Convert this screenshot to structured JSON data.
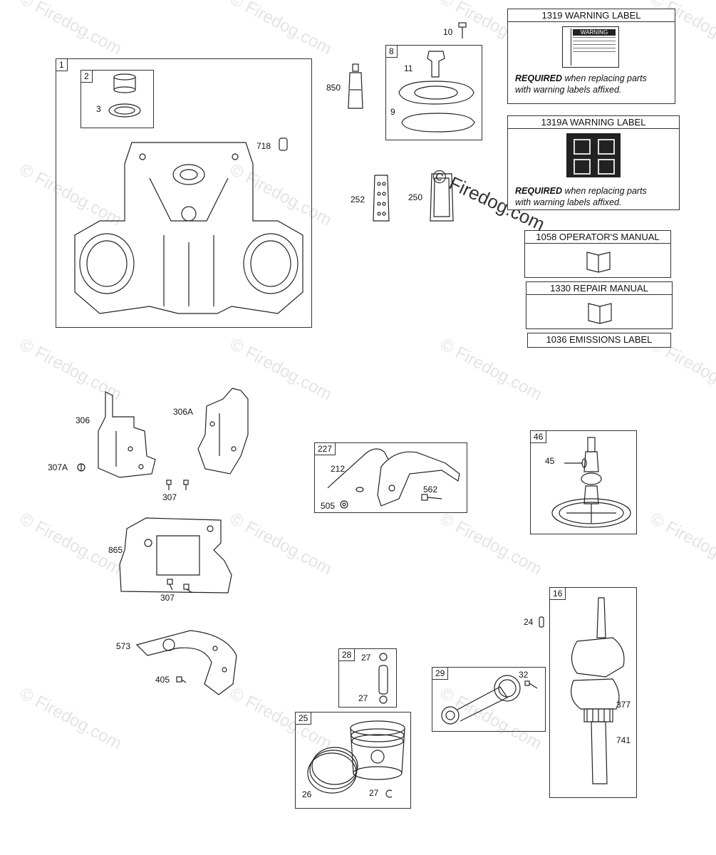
{
  "watermark": "© Firedog.com",
  "labels": {
    "warning_1319": {
      "title": "1319 WARNING LABEL",
      "required": "REQUIRED",
      "rest1": " when replacing parts",
      "rest2": "with warning labels affixed.",
      "sticker_title": "WARNING"
    },
    "warning_1319a": {
      "title": "1319A WARNING LABEL",
      "required": "REQUIRED",
      "rest1": " when replacing parts",
      "rest2": "with warning labels affixed."
    },
    "operators_manual": {
      "title": "1058 OPERATOR'S MANUAL"
    },
    "repair_manual": {
      "title": "1330 REPAIR MANUAL"
    },
    "emissions": {
      "title": "1036 EMISSIONS LABEL"
    }
  },
  "groups": {
    "g1": "1",
    "g2": "2",
    "g8": "8",
    "g227": "227",
    "g46": "46",
    "g16": "16",
    "g28": "28",
    "g29": "29",
    "g25": "25"
  },
  "callouts": {
    "n3": "3",
    "n718": "718",
    "n850": "850",
    "n10": "10",
    "n11": "11",
    "n9": "9",
    "n252": "252",
    "n250": "250",
    "n306": "306",
    "n306a": "306A",
    "n307a": "307A",
    "n307": "307",
    "n212": "212",
    "n505": "505",
    "n562": "562",
    "n45": "45",
    "n865": "865",
    "n307b": "307",
    "n573": "573",
    "n405": "405",
    "n24": "24",
    "n377": "377",
    "n741": "741",
    "n27a": "27",
    "n27b": "27",
    "n32": "32",
    "n26": "26",
    "n27c": "27"
  }
}
